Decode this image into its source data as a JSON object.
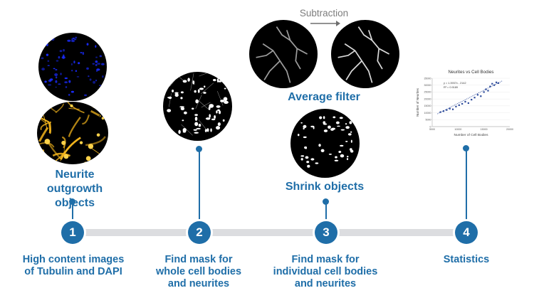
{
  "steps": [
    {
      "number": "1",
      "text_lines": [
        "High content images",
        "of Tubulin and DAPI"
      ]
    },
    {
      "number": "2",
      "text_lines": [
        "Find mask for",
        "whole cell bodies",
        "and neurites"
      ]
    },
    {
      "number": "3",
      "text_lines": [
        "Find mask for",
        "individual cell bodies",
        "and neurites"
      ]
    },
    {
      "number": "4",
      "text_lines": [
        "Statistics"
      ]
    }
  ],
  "labels": {
    "neurite_objects": [
      "Neurite",
      "outgrowth objects"
    ],
    "average_filter": "Average filter",
    "shrink_objects": "Shrink objects",
    "subtraction": "Subtraction"
  },
  "colors": {
    "accent": "#1f6ea8",
    "timeline": "#dcdde0",
    "dapi": "#1a2cff",
    "tubulin": "#f2b41c",
    "chart_points": "#2c4a9a"
  },
  "chart_data": {
    "type": "scatter",
    "title": "Neurites vs Cell Bodies",
    "xlabel": "Number of Cell Bodies",
    "ylabel": "Number of Neurites",
    "xlim": [
      5000,
      20000
    ],
    "ylim": [
      0,
      35000
    ],
    "x_ticks": [
      "5000",
      "10000",
      "15000",
      "20000"
    ],
    "y_ticks": [
      "0",
      "5000",
      "10000",
      "15000",
      "20000",
      "25000",
      "30000",
      "35000"
    ],
    "equation": "y = 1.3937x - 2142",
    "r2": "R² = 0.9189",
    "x": [
      6600,
      7200,
      7800,
      8400,
      9000,
      9600,
      10200,
      10800,
      11400,
      12000,
      12600,
      13200,
      13800,
      14400,
      15000,
      15400,
      15800,
      16200,
      16600,
      17000,
      17400,
      17800
    ],
    "y": [
      10500,
      11200,
      12000,
      13000,
      12500,
      14500,
      15500,
      16500,
      18000,
      17000,
      19500,
      21000,
      23000,
      22000,
      25000,
      27000,
      26000,
      29000,
      31000,
      30000,
      32000,
      31500
    ]
  }
}
